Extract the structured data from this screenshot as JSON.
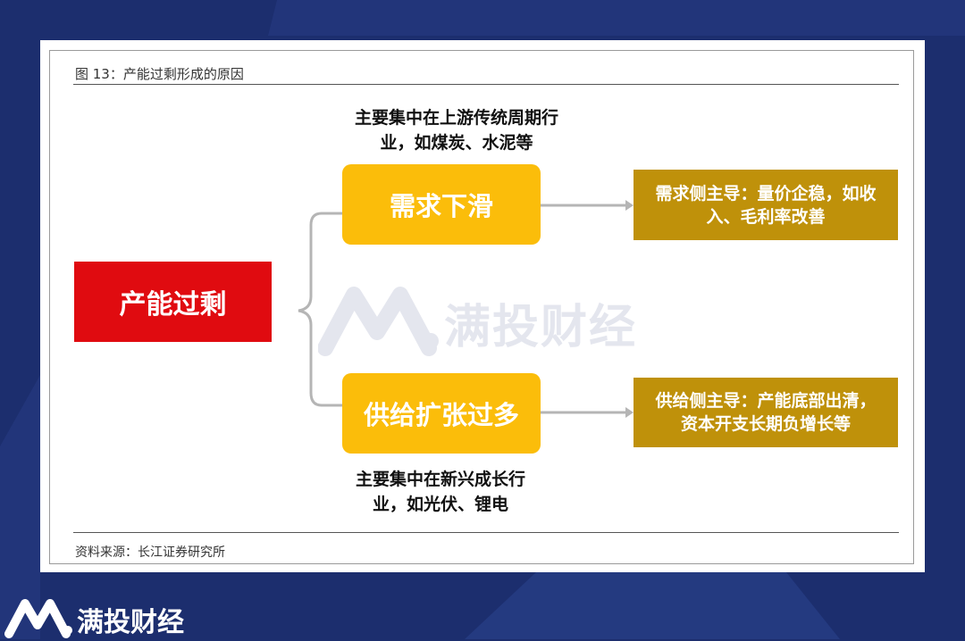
{
  "figure": {
    "title": "图 13：产能过剩形成的原因",
    "source": "资料来源：长江证券研究所"
  },
  "diagram": {
    "root": "产能过剩",
    "branches": [
      {
        "label": "需求下滑",
        "note": [
          "主要集中在上游传统周期行",
          "业，如煤炭、水泥等"
        ],
        "result": [
          "需求侧主导：量价企稳，如收",
          "入、毛利率改善"
        ]
      },
      {
        "label": "供给扩张过多",
        "note": [
          "主要集中在新兴成长行",
          "业，如光伏、锂电"
        ],
        "result": [
          "供给侧主导：产能底部出清，",
          "资本开支长期负增长等"
        ]
      }
    ]
  },
  "watermark": {
    "text": "满投财经"
  },
  "footer": {
    "brand": "满投财经"
  },
  "colors": {
    "background": "#1c2e6e",
    "root": "#e00b10",
    "branch": "#fbbd0a",
    "result": "#bf910a",
    "connector": "#b5b5b5"
  }
}
